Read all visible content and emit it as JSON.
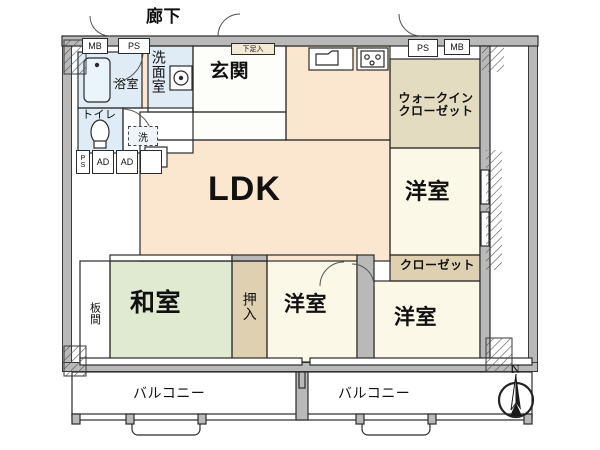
{
  "plan": {
    "title_labels": {
      "corridor": "廊下",
      "ldk": "LDK",
      "entrance": "玄関",
      "shoe_box": "下足入",
      "bath": "浴室",
      "washroom": "洗面室",
      "toilet": "トイレ",
      "washer": "洗",
      "mb_left": "MB",
      "ps_left": "PS",
      "ps_small_p": "P",
      "ps_small_s": "S",
      "ad_left": "AD",
      "ad_right": "AD",
      "ps_right": "PS",
      "mb_right": "MB",
      "walk_in_closet_line1": "ウォークイン",
      "walk_in_closet_line2": "クローゼット",
      "western_room_ne": "洋室",
      "closet_right": "クローゼット",
      "western_room_se": "洋室",
      "western_room_center": "洋室",
      "japanese_room": "和室",
      "closet_oshiire": "押入",
      "itama": "板間",
      "balcony_left": "バルコニー",
      "balcony_right": "バルコニー",
      "compass_north": "N"
    },
    "colors": {
      "ldk_fill": "#fbe6cf",
      "room_fill": "#fbf8e8",
      "tatami_fill": "#dfead0",
      "closet_fill": "#ded0b0",
      "wic_fill": "#e3dcc0",
      "wet_fill": "#dfecf5",
      "wall_fill": "#b9b9b9",
      "stroke": "#2b2b2b",
      "page_bg": "#ffffff"
    },
    "rooms": [
      {
        "name": "LDK",
        "label": "LDK",
        "type": "living-dining-kitchen"
      },
      {
        "name": "entrance",
        "label": "玄関",
        "type": "entrance"
      },
      {
        "name": "corridor",
        "label": "廊下",
        "type": "corridor"
      },
      {
        "name": "bath",
        "label": "浴室",
        "type": "bathroom"
      },
      {
        "name": "washroom",
        "label": "洗面室",
        "type": "washroom"
      },
      {
        "name": "toilet",
        "label": "トイレ",
        "type": "toilet"
      },
      {
        "name": "japanese-room",
        "label": "和室",
        "type": "tatami"
      },
      {
        "name": "western-room-center",
        "label": "洋室",
        "type": "bedroom"
      },
      {
        "name": "western-room-northeast",
        "label": "洋室",
        "type": "bedroom"
      },
      {
        "name": "western-room-southeast",
        "label": "洋室",
        "type": "bedroom"
      },
      {
        "name": "walk-in-closet",
        "label": "ウォークインクローゼット",
        "type": "storage"
      },
      {
        "name": "closet",
        "label": "クローゼット",
        "type": "storage"
      },
      {
        "name": "oshiire",
        "label": "押入",
        "type": "storage"
      },
      {
        "name": "itama",
        "label": "板間",
        "type": "wood-floor"
      },
      {
        "name": "balcony-left",
        "label": "バルコニー",
        "type": "balcony"
      },
      {
        "name": "balcony-right",
        "label": "バルコニー",
        "type": "balcony"
      }
    ]
  }
}
